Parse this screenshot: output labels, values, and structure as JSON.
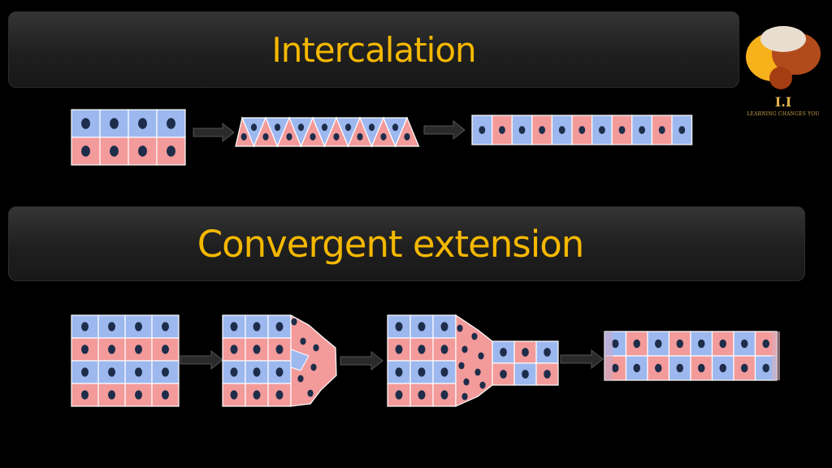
{
  "slide": {
    "title_top": "Intercalation",
    "title_bottom": "Convergent extension"
  },
  "logo": {
    "monogram": "I.I",
    "tagline": "LEARNING CHANGES YOU"
  },
  "colors": {
    "title_text": "#f5b800",
    "cell_blue": "#9db8ef",
    "cell_red": "#f39a9a",
    "nucleus": "#1d2d4a",
    "arrow": "#2a2a2a"
  }
}
